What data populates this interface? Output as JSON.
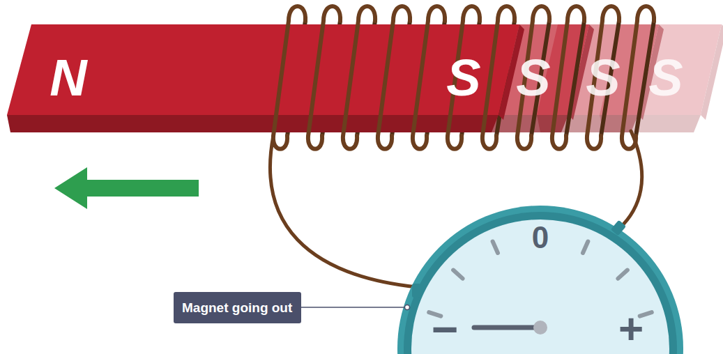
{
  "diagram": {
    "nodes": [
      {
        "text": [
          "N",
          "S"
        ]
      },
      {
        "text": [
          "0",
          "−",
          "+"
        ]
      },
      {
        "text": [
          "Magnet going out"
        ]
      }
    ],
    "edges": [
      {
        "from": 2,
        "to": 1,
        "arrow": "none"
      }
    ],
    "labels": [
      "S",
      "S",
      "S"
    ]
  }
}
